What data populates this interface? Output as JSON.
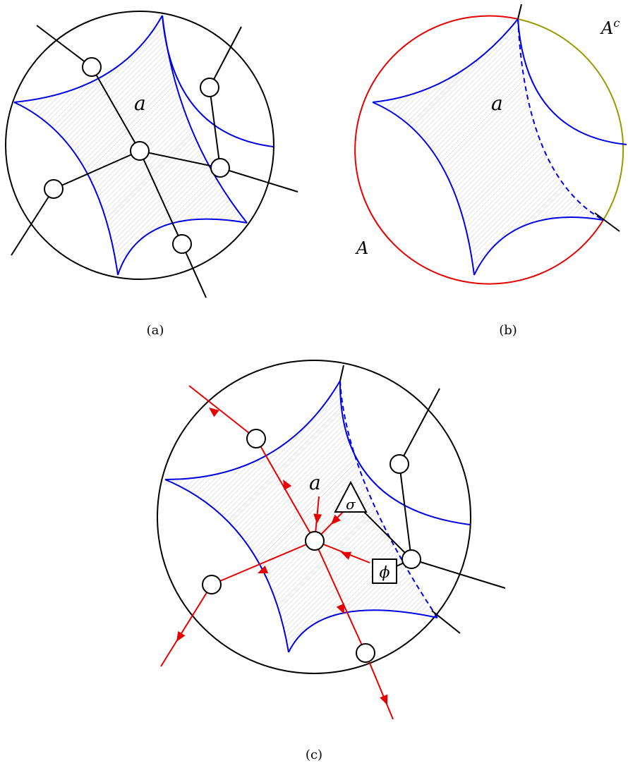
{
  "panels": {
    "a": {
      "caption": "(a)",
      "region_label": "a"
    },
    "b": {
      "caption": "(b)",
      "region_label": "a",
      "label_A": "A",
      "label_Ac": "A",
      "label_Ac_sup": "c"
    },
    "c": {
      "caption": "(c)",
      "region_label": "a",
      "sigma": "σ",
      "phi": "ϕ"
    }
  },
  "colors": {
    "boundary": "#000000",
    "geodesic": "#0000e6",
    "region_A": "#e60000",
    "region_Ac": "#999900",
    "flow": "#e60000",
    "hatch": "#c8c8c8"
  }
}
